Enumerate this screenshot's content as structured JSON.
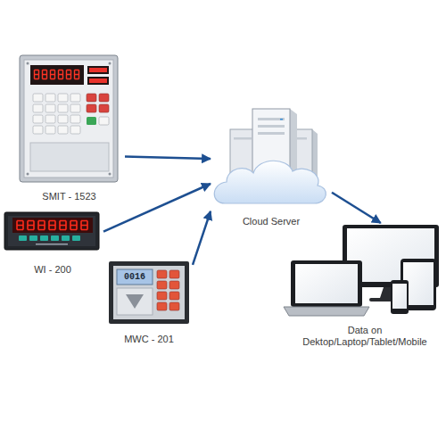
{
  "diagram": {
    "nodes": [
      {
        "text": [
          "SMIT - 1523"
        ]
      },
      {
        "text": [
          "WI - 200"
        ]
      },
      {
        "text": [
          "MWC - 201"
        ]
      },
      {
        "text": [
          "Cloud Server"
        ]
      },
      {
        "text": [
          "Data on Dektop/Laptop/Tablet/Mobile"
        ]
      }
    ],
    "edges": [
      {
        "from": 0,
        "to": 3,
        "arrow": "to"
      },
      {
        "from": 1,
        "to": 3,
        "arrow": "to"
      },
      {
        "from": 2,
        "to": 3,
        "arrow": "to"
      },
      {
        "from": 3,
        "to": 4,
        "arrow": "to"
      }
    ],
    "labels": [
      "0016"
    ]
  }
}
